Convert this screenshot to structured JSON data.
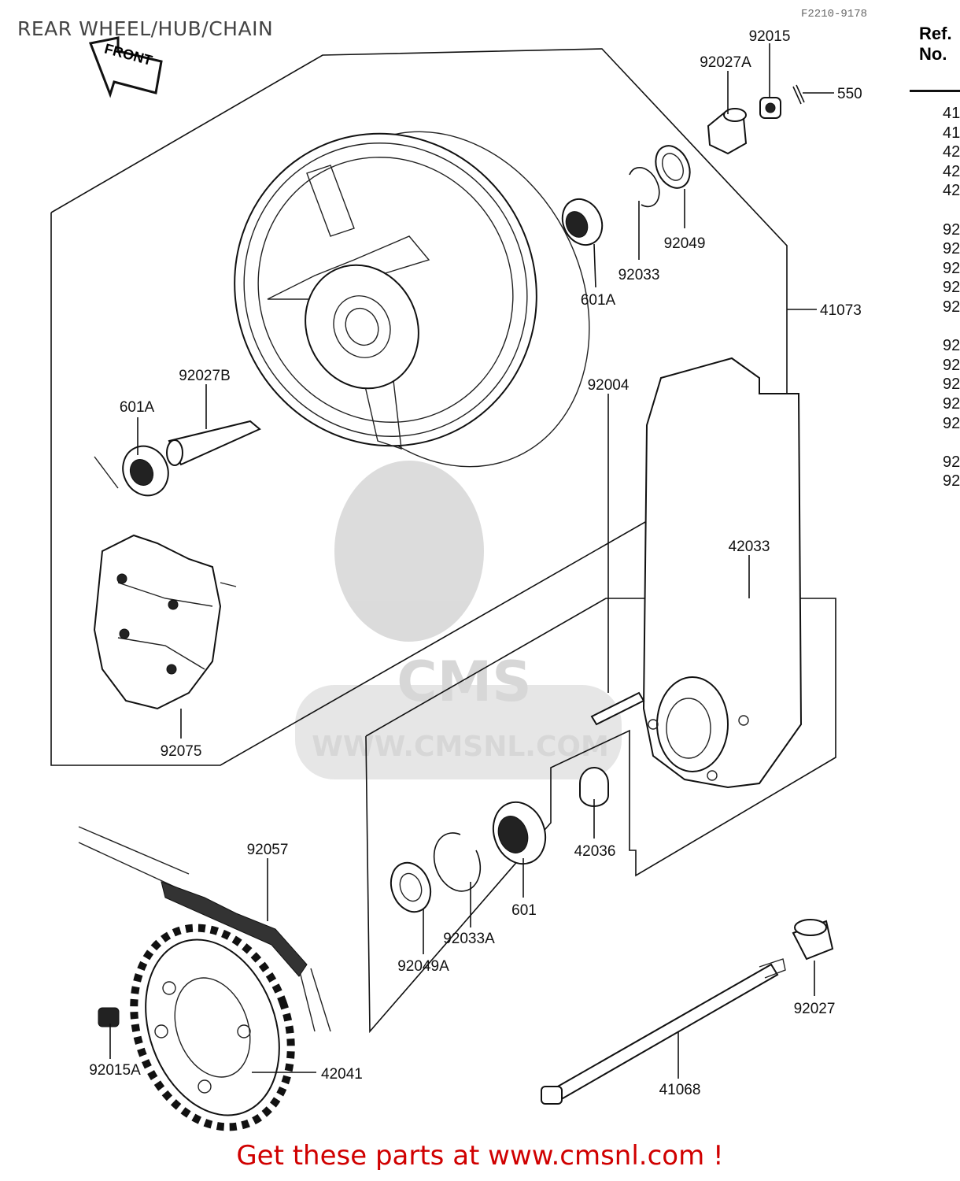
{
  "header": {
    "title": "REAR WHEEL/HUB/CHAIN",
    "diagram_code": "F2210-9178"
  },
  "ref_column": {
    "heading_line1": "Ref.",
    "heading_line2": "No.",
    "items": [
      "41",
      "41",
      "42",
      "42",
      "42",
      "92",
      "92",
      "92",
      "92",
      "92",
      "92",
      "92",
      "92",
      "92",
      "92",
      "92",
      "92"
    ]
  },
  "front_arrow_text": "FRONT",
  "watermark": {
    "logo_text": "CMS",
    "url": "WWW.CMSNL.COM"
  },
  "callouts": {
    "p92015": "92015",
    "p92027A": "92027A",
    "p550": "550",
    "p92049": "92049",
    "p92033": "92033",
    "p601A_top": "601A",
    "p41073": "41073",
    "p92027B": "92027B",
    "p601A_left": "601A",
    "p92075": "92075",
    "p42033": "42033",
    "p92004": "92004",
    "p42036": "42036",
    "p601": "601",
    "p92033A": "92033A",
    "p92049A": "92049A",
    "p92057": "92057",
    "p92015A": "92015A",
    "p42041": "42041",
    "p41068": "41068",
    "p92027": "92027"
  },
  "footer": {
    "text": "Get these parts at www.cmsnl.com !"
  }
}
